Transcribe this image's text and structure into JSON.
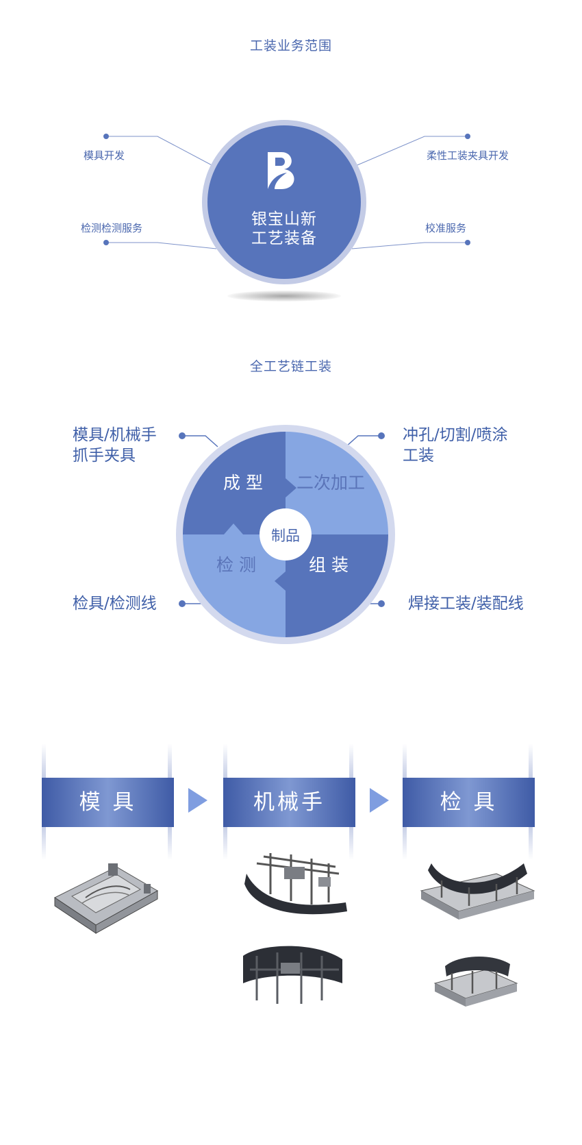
{
  "section1": {
    "title": "工装业务范围",
    "hub": {
      "line1": "银宝山新",
      "line2": "工艺装备"
    },
    "labels": {
      "top_left": "模具开发",
      "bottom_left": "检测检测服务",
      "top_right": "柔性工装夹具开发",
      "bottom_right": "校准服务"
    }
  },
  "section2": {
    "title": "全工艺链工装",
    "quadrants": {
      "top_left": "成 型",
      "top_right": "二次加工",
      "bottom_left": "检 测",
      "bottom_right": "组 装"
    },
    "center": "制品",
    "labels": {
      "top_left_line1": "模具/机械手",
      "top_left_line2": "抓手夹具",
      "top_right_line1": "冲孔/切割/喷涂",
      "top_right_line2": "工装",
      "bottom_left": "检具/检测线",
      "bottom_right": "焊接工装/装配线"
    }
  },
  "section3": {
    "banners": [
      "模 具",
      "机械手",
      "检 具"
    ]
  },
  "colors": {
    "brand_blue": "#5774bb",
    "light_blue": "#86a6e2",
    "ring": "#c3cbe6",
    "text_blue": "#3f5fa8"
  }
}
